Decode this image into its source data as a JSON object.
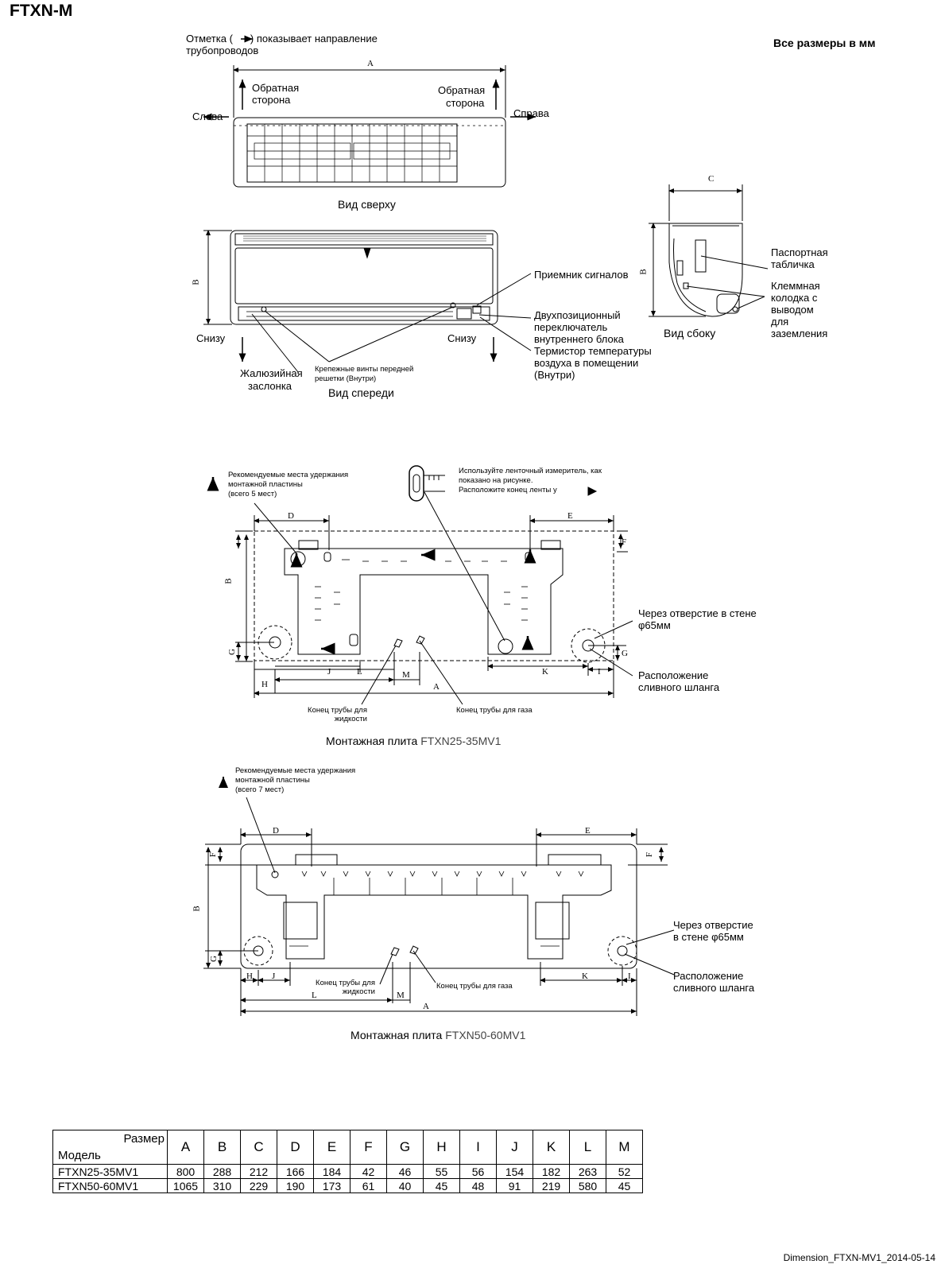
{
  "title": "FTXN-M",
  "all_dims_note": "Все размеры в мм",
  "footer": "Dimension_FTXN-MV1_2014-05-14",
  "top_view": {
    "pipe_note_1": "Отметка (",
    "pipe_note_2": ") показывает направление",
    "pipe_note_3": "трубопроводов",
    "dim_a": "A",
    "back_left_1": "Обратная",
    "back_left_2": "сторона",
    "back_right_1": "Обратная",
    "back_right_2": "сторона",
    "left": "Слева",
    "right": "Справа",
    "caption": "Вид сверху"
  },
  "front_view": {
    "dim_b": "B",
    "receiver": "Приемник сигналов",
    "switch_1": "Двухпозиционный",
    "switch_2": "переключатель",
    "switch_3": "внутреннего блока",
    "thermistor_1": "Термистор температуры",
    "thermistor_2": "воздуха в помещении",
    "thermistor_3": "(Внутри)",
    "bottom_left": "Снизу",
    "bottom_right": "Снизу",
    "louver_1": "Жалюзийная",
    "louver_2": "заслонка",
    "screws_1": "Крепежные винты передней",
    "screws_2": "решетки (Внутри)",
    "caption": "Вид спереди"
  },
  "side_view": {
    "dim_c": "C",
    "dim_b": "B",
    "nameplate_1": "Паспортная",
    "nameplate_2": "табличка",
    "terminal_1": "Клеммная",
    "terminal_2": "колодка с",
    "terminal_3": "выводом",
    "terminal_4": "для",
    "terminal_5": "заземления",
    "caption": "Вид сбоку"
  },
  "plate1": {
    "hold_1": "Рекомендуемые места удержания",
    "hold_2": "монтажной пластины",
    "hold_3": "(всего 5 мест)",
    "tape_1": "Используйте ленточный измеритель, как",
    "tape_2": "показано на рисунке.",
    "tape_3": "Расположите конец ленты у",
    "wall_1": "Через отверстие в стене",
    "wall_2": "φ65мм",
    "drain_1": "Расположение",
    "drain_2": "сливного шланга",
    "liquid_1": "Конец трубы для",
    "liquid_2": "жидкости",
    "gas": "Конец трубы для газа",
    "caption_1": "Монтажная плита",
    "caption_2": "FTXN25-35MV1",
    "labels": {
      "a": "A",
      "b": "B",
      "d": "D",
      "e": "E",
      "f": "F",
      "g_l": "G",
      "g_r": "G",
      "h": "H",
      "i": "I",
      "j": "J",
      "k": "K",
      "l": "L",
      "m": "M"
    }
  },
  "plate2": {
    "hold_1": "Рекомендуемые места удержания",
    "hold_2": "монтажной пластины",
    "hold_3": "(всего 7 мест)",
    "wall_1": "Через отверстие",
    "wall_2": "в стене φ65мм",
    "drain_1": "Расположение",
    "drain_2": "сливного шланга",
    "liquid_1": "Конец трубы для",
    "liquid_2": "жидкости",
    "gas": "Конец трубы для газа",
    "caption_1": "Монтажная плита",
    "caption_2": "FTXN50-60MV1",
    "labels": {
      "a": "A",
      "b": "B",
      "d": "D",
      "e": "E",
      "f_l": "F",
      "f_r": "F",
      "g": "G",
      "h": "H",
      "i": "I",
      "j": "J",
      "k": "K",
      "l": "L",
      "m": "M"
    }
  },
  "table": {
    "corner_size": "Размер",
    "corner_model": "Модель",
    "headers": [
      "A",
      "B",
      "C",
      "D",
      "E",
      "F",
      "G",
      "H",
      "I",
      "J",
      "K",
      "L",
      "M"
    ],
    "rows": [
      {
        "model": "FTXN25-35MV1",
        "values": [
          "800",
          "288",
          "212",
          "166",
          "184",
          "42",
          "46",
          "55",
          "56",
          "154",
          "182",
          "263",
          "52"
        ]
      },
      {
        "model": "FTXN50-60MV1",
        "values": [
          "1065",
          "310",
          "229",
          "190",
          "173",
          "61",
          "40",
          "45",
          "48",
          "91",
          "219",
          "580",
          "45"
        ]
      }
    ]
  }
}
